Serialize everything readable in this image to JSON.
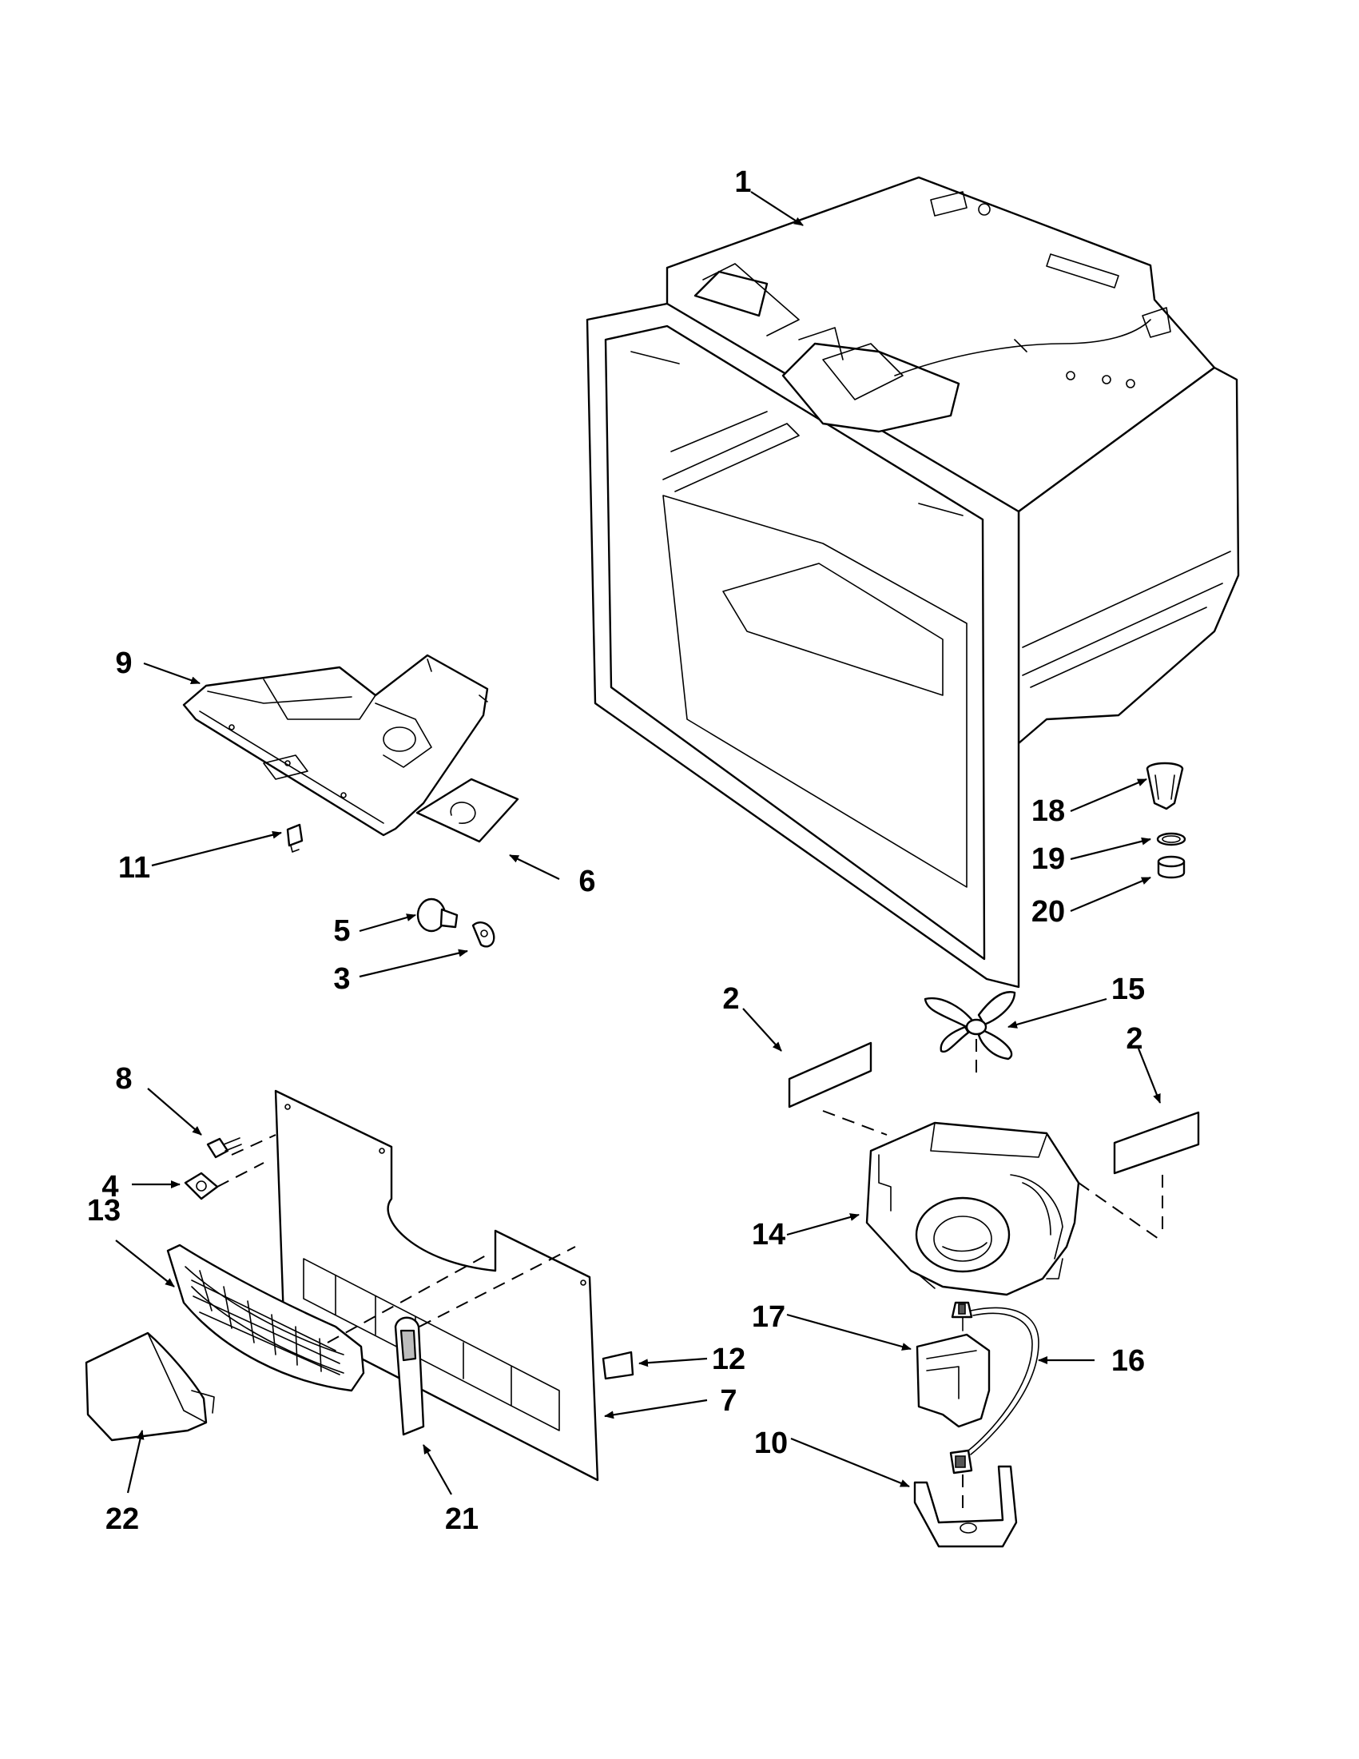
{
  "diagram": {
    "callouts": [
      {
        "id": "c1",
        "label": "1"
      },
      {
        "id": "c2a",
        "label": "2"
      },
      {
        "id": "c2b",
        "label": "2"
      },
      {
        "id": "c3",
        "label": "3"
      },
      {
        "id": "c4",
        "label": "4"
      },
      {
        "id": "c5",
        "label": "5"
      },
      {
        "id": "c6",
        "label": "6"
      },
      {
        "id": "c7",
        "label": "7"
      },
      {
        "id": "c8",
        "label": "8"
      },
      {
        "id": "c9",
        "label": "9"
      },
      {
        "id": "c10",
        "label": "10"
      },
      {
        "id": "c11",
        "label": "11"
      },
      {
        "id": "c12",
        "label": "12"
      },
      {
        "id": "c13",
        "label": "13"
      },
      {
        "id": "c14",
        "label": "14"
      },
      {
        "id": "c15",
        "label": "15"
      },
      {
        "id": "c16",
        "label": "16"
      },
      {
        "id": "c17",
        "label": "17"
      },
      {
        "id": "c18",
        "label": "18"
      },
      {
        "id": "c19",
        "label": "19"
      },
      {
        "id": "c20",
        "label": "20"
      },
      {
        "id": "c21",
        "label": "21"
      },
      {
        "id": "c22",
        "label": "22"
      }
    ]
  },
  "colors": {
    "line": "#000000",
    "background": "#ffffff",
    "shaded": "#bdbdbd"
  }
}
